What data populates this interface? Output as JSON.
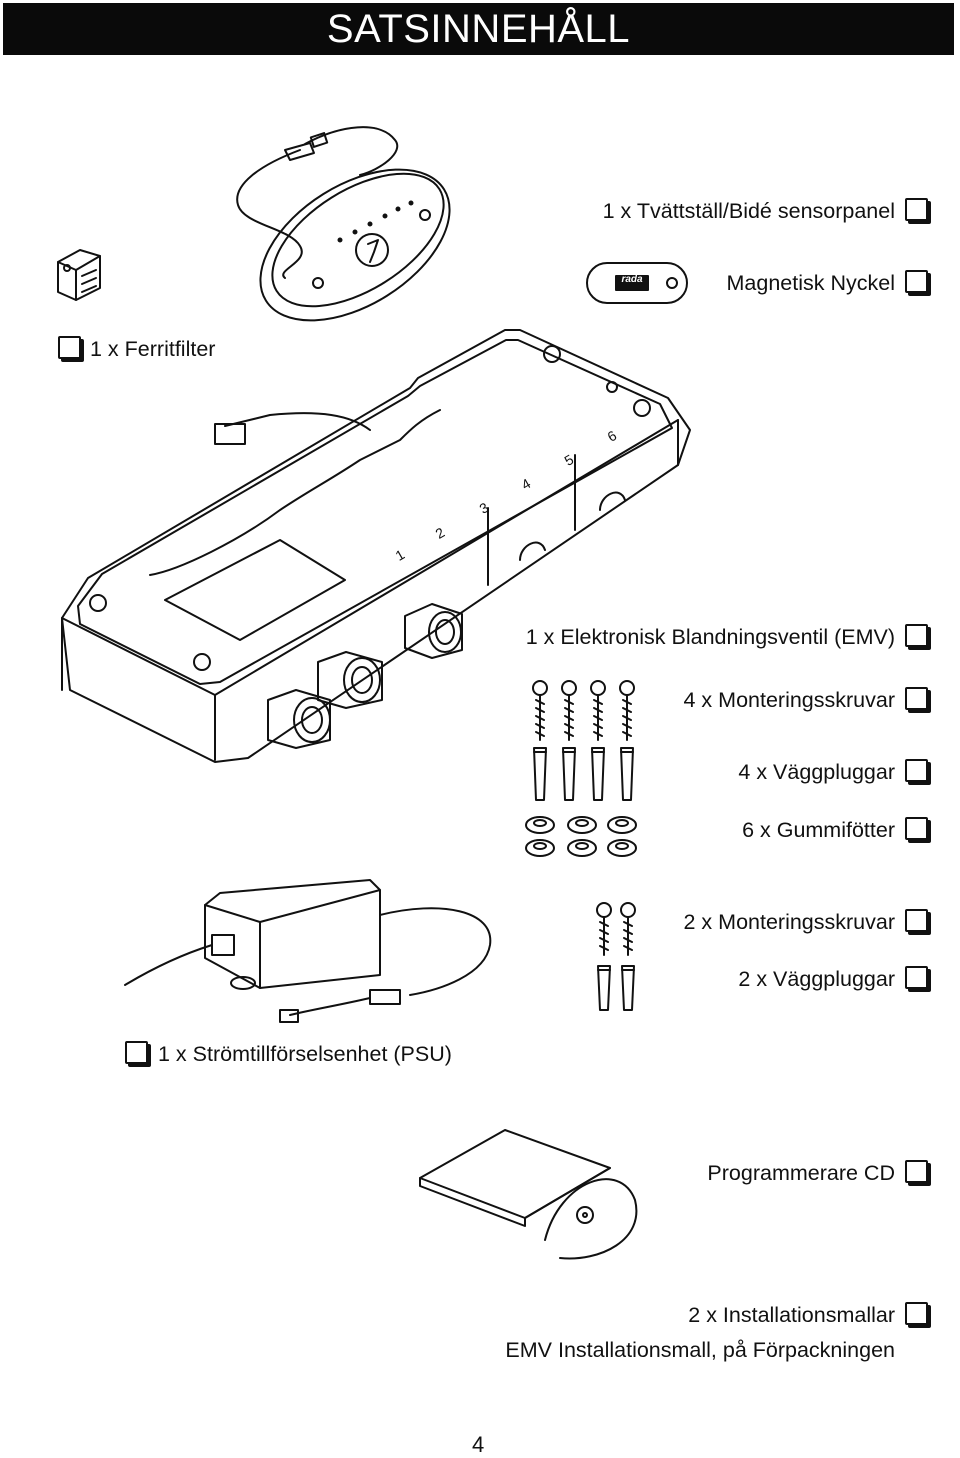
{
  "title": "SATSINNEHÅLL",
  "items": [
    {
      "label": "1 x Tvättställ/Bidé sensorpanel",
      "checked": false
    },
    {
      "label": "Magnetisk Nyckel",
      "checked": false
    },
    {
      "label": "1 x Ferritfilter",
      "checked": false
    },
    {
      "label": "1 x Elektronisk Blandningsventil (EMV)",
      "checked": false
    },
    {
      "label": "4 x Monteringsskruvar",
      "checked": false
    },
    {
      "label": "4 x Väggpluggar",
      "checked": false
    },
    {
      "label": "6 x Gummifötter",
      "checked": false
    },
    {
      "label": "2 x Monteringsskruvar",
      "checked": false
    },
    {
      "label": "2 x Väggpluggar",
      "checked": false
    },
    {
      "label": "1 x Strömtillförselsenhet (PSU)",
      "checked": false
    },
    {
      "label": "Programmerare CD",
      "checked": false
    },
    {
      "label": "2 x Installationsmallar",
      "checked": false
    }
  ],
  "note": "EMV Installationsmall, på Förpackningen",
  "key_logo": "rada",
  "valve_port_numbers": [
    "1",
    "2",
    "3",
    "4",
    "5",
    "6"
  ],
  "page_number": "4"
}
